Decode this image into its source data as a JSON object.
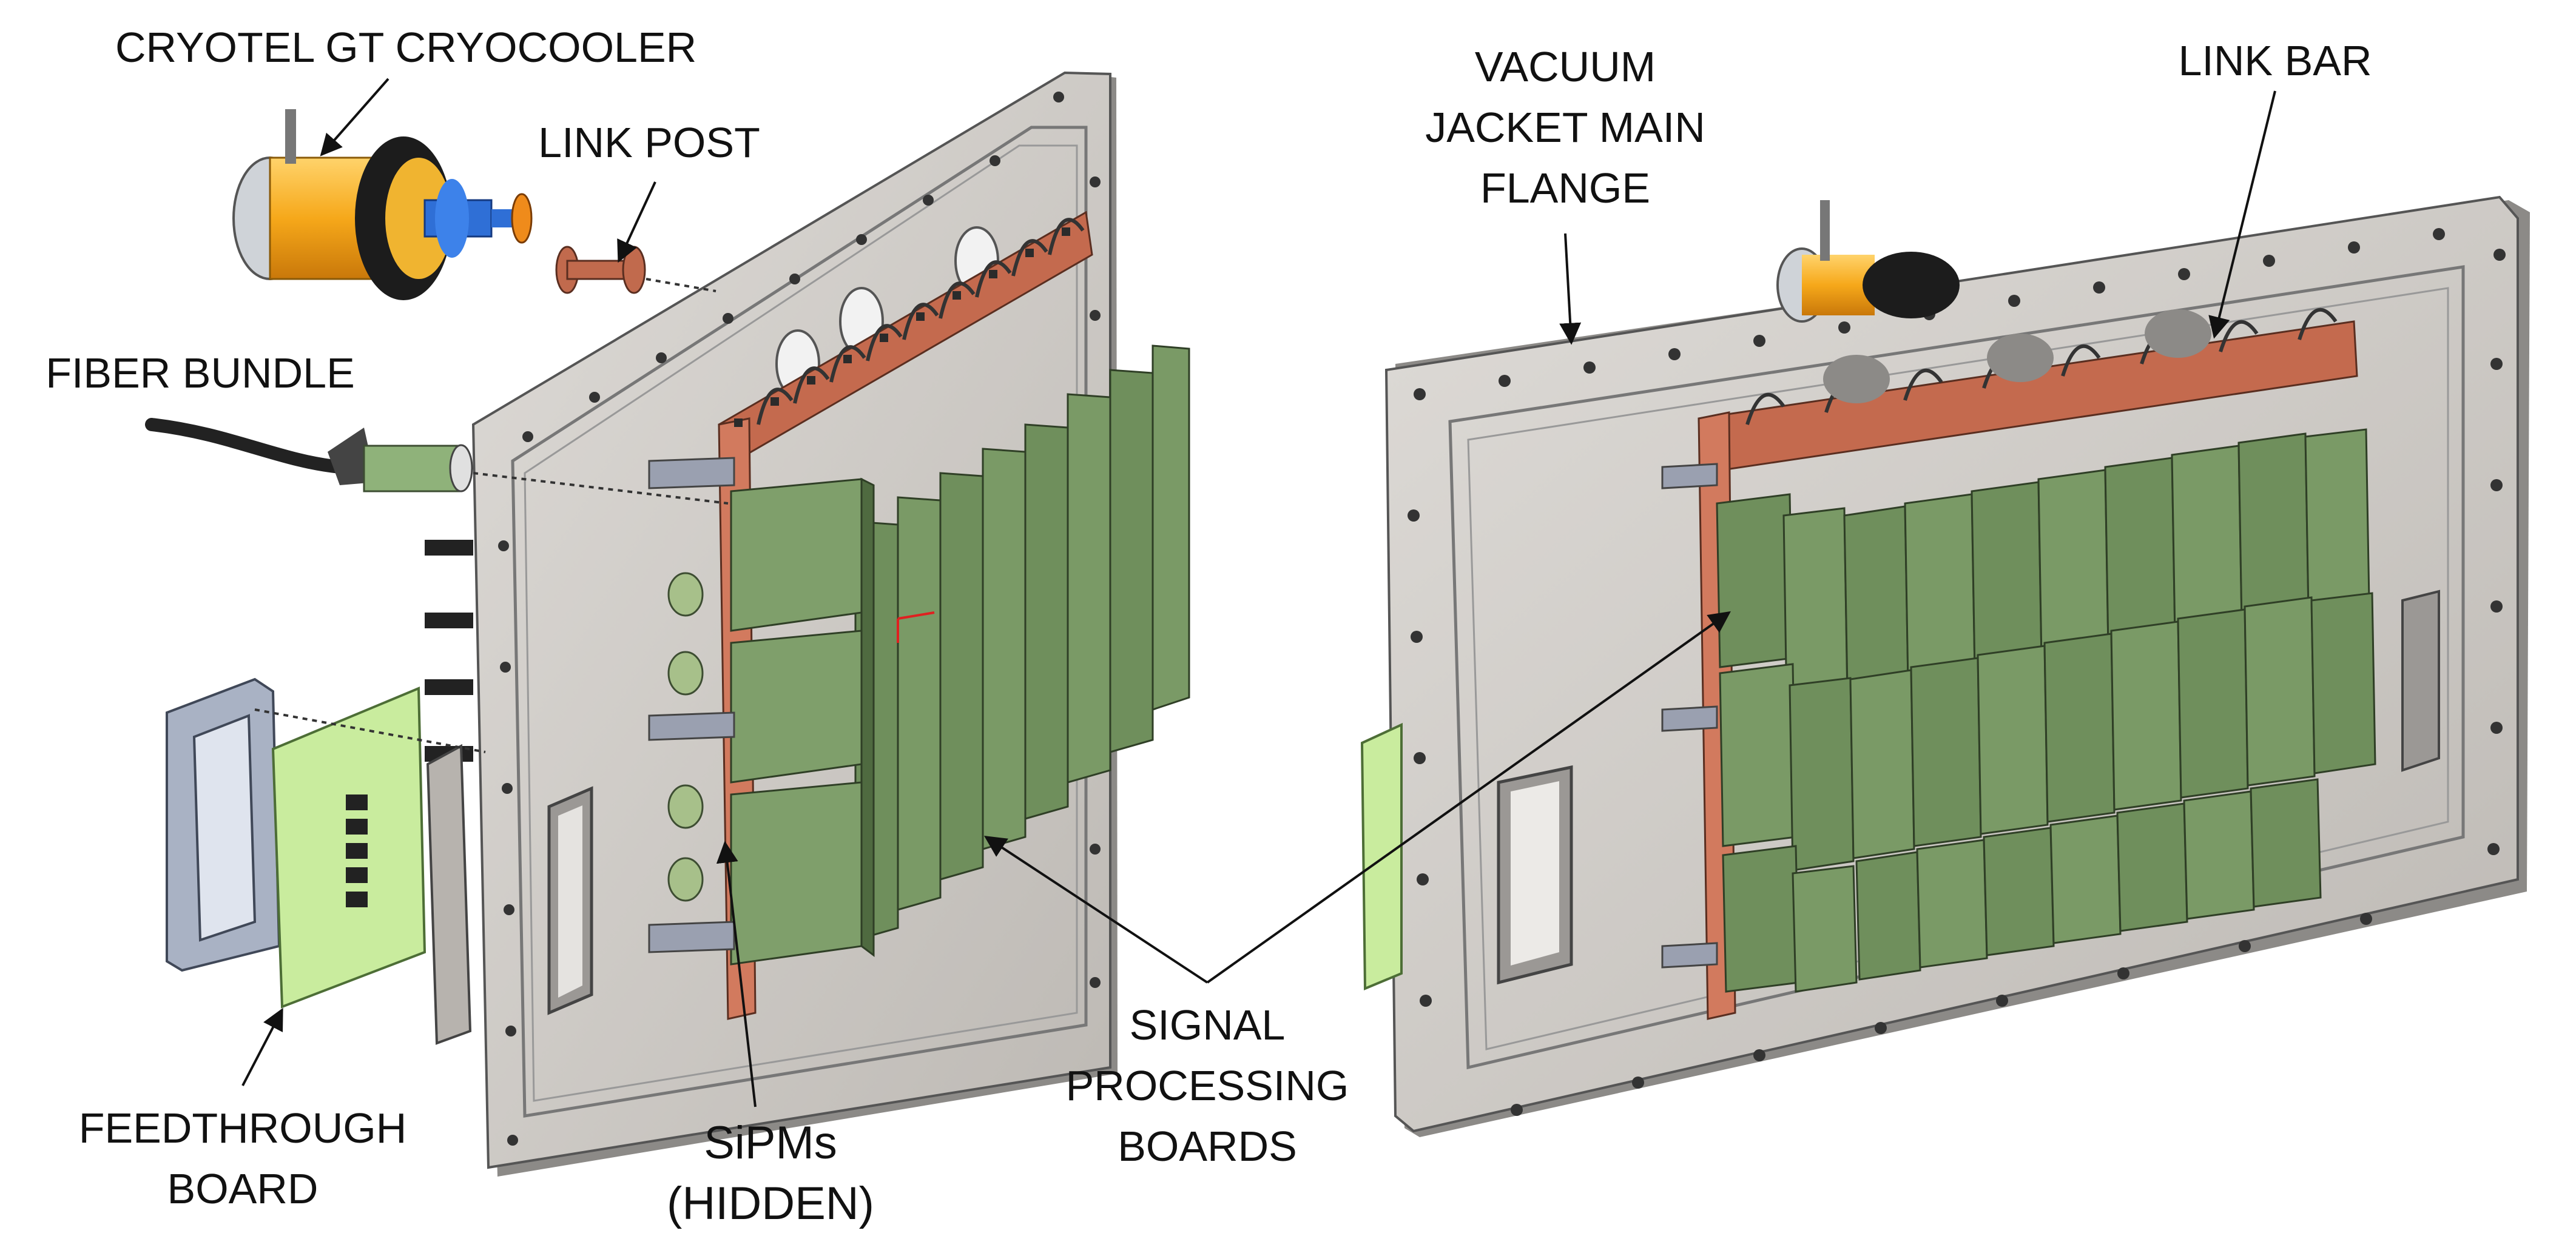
{
  "labels": {
    "cryocooler": "CRYOTEL GT CRYOCOOLER",
    "link_post": "LINK POST",
    "fiber_bundle": "FIBER BUNDLE",
    "feedthrough_board": [
      "FEEDTHROUGH",
      "BOARD"
    ],
    "sipms": [
      "SiPMs",
      "(HIDDEN)"
    ],
    "signal_processing_boards": [
      "SIGNAL",
      "PROCESSING",
      "BOARDS"
    ],
    "vacuum_jacket_main_flange": [
      "VACUUM",
      "JACKET MAIN",
      "FLANGE"
    ],
    "link_bar": "LINK BAR"
  },
  "colors": {
    "flange": "#c9c6c2",
    "flange_edge": "#6b6b6b",
    "copper": "#d27a5e",
    "board_green": "#6f8f5c",
    "board_light": "#c9ec9e",
    "cryo_orange": "#f6a81a",
    "cryo_blue": "#2f6fd6",
    "fiber_black": "#222222",
    "fiber_green": "#8fb27a",
    "label_text": "#111111"
  }
}
